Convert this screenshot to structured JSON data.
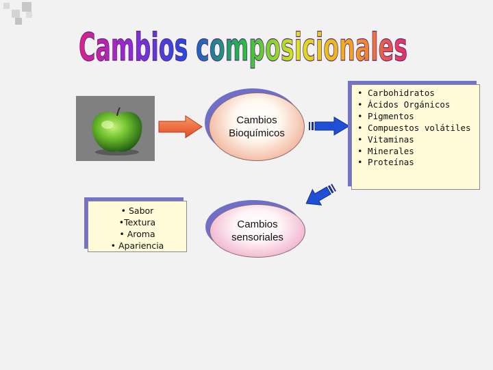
{
  "slide": {
    "title": "Cambios composicionales"
  },
  "image": {
    "subject": "green-apple"
  },
  "nodes": {
    "bioquimicos": {
      "label_line1": "Cambios",
      "label_line2": "Bioquímicos"
    },
    "sensoriales": {
      "label_line1": "Cambios",
      "label_line2": "sensoriales"
    }
  },
  "composition_list": {
    "items": [
      "• Carbohidratos",
      "• Ácidos Orgánicos",
      "• Pigmentos",
      "• Compuestos volátiles",
      "• Vitaminas",
      "• Minerales",
      "• Proteínas"
    ]
  },
  "sensory_list": {
    "items": [
      "• Sabor",
      "•Textura",
      "• Aroma",
      "• Apariencia"
    ]
  },
  "colors": {
    "title_gradient": [
      "#e0208a",
      "#8e2ad6",
      "#1e4ce0",
      "#1fbf3f",
      "#d9e61a",
      "#f5a21c",
      "#e22a6a"
    ],
    "shadow_blue": "#7373c9",
    "box_fill": "#fffbd9",
    "arrow_orange": "#f46a3a",
    "arrow_blue": "#1f4fd6"
  }
}
